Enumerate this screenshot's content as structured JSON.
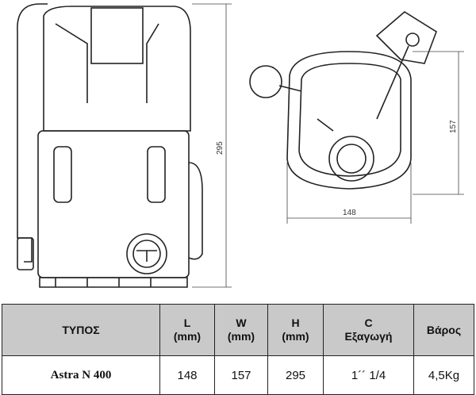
{
  "drawing": {
    "height_dim": "295",
    "width_dim": "157",
    "length_dim": "148"
  },
  "table": {
    "headers": [
      {
        "line1": "ΤΥΠΟΣ",
        "line2": ""
      },
      {
        "line1": "L",
        "line2": "(mm)"
      },
      {
        "line1": "W",
        "line2": "(mm)"
      },
      {
        "line1": "H",
        "line2": "(mm)"
      },
      {
        "line1": "C",
        "line2": "Εξαγωγή"
      },
      {
        "line1": "Βάρος",
        "line2": ""
      }
    ],
    "row": [
      "Astra N 400",
      "148",
      "157",
      "295",
      "1´´ 1/4",
      "4,5Kg"
    ]
  },
  "colors": {
    "header_bg": "#c9c9c9",
    "line": "#222222"
  }
}
